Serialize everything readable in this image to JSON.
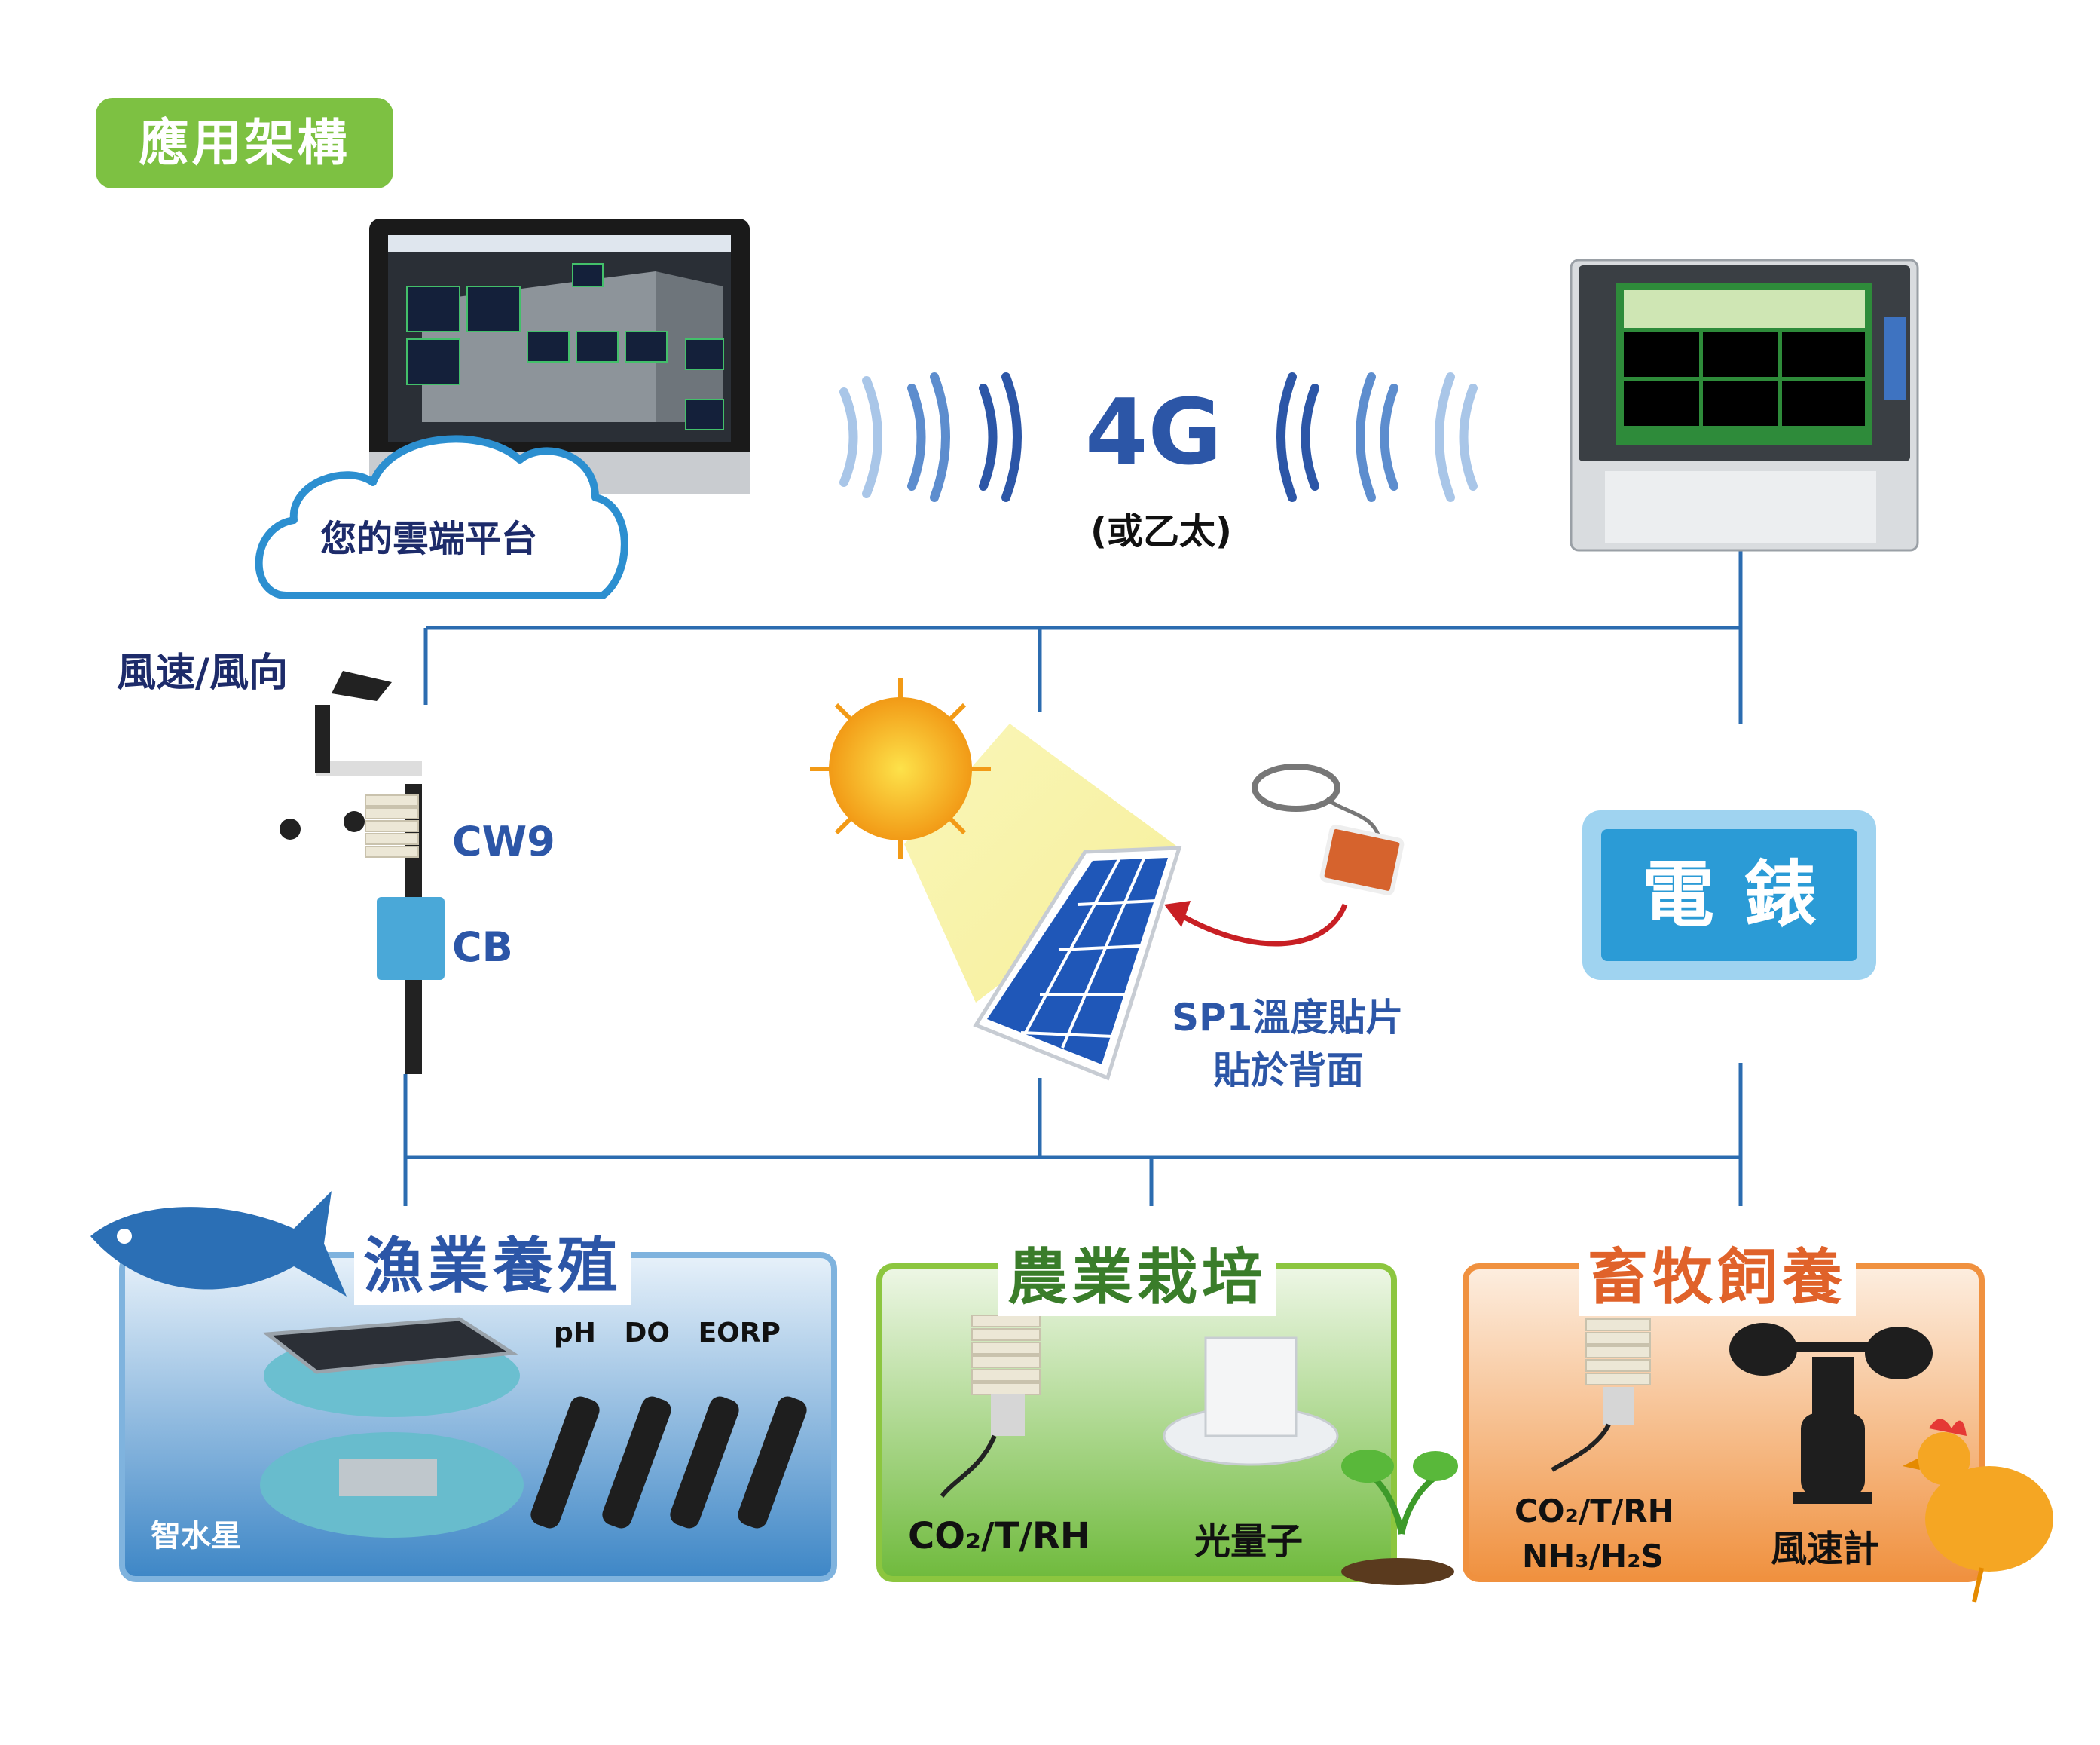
{
  "header": {
    "title": "應用架構"
  },
  "cloud": {
    "label": "您的雲端平台"
  },
  "link": {
    "main": "4G",
    "sub": "(或乙太)"
  },
  "weather_station": {
    "title": "風速/風向",
    "sensor_label": "CW9",
    "box_label": "CB"
  },
  "solar": {
    "patch_label_line1": "SP1溫度貼片",
    "patch_label_line2": "貼於背面"
  },
  "meter": {
    "label": "電錶"
  },
  "categories": [
    {
      "title": "漁業養殖",
      "color": "#2c56a7",
      "probe_labels": "pH   DO   EORP",
      "device_label": "智水星"
    },
    {
      "title": "農業栽培",
      "color": "#3a7d2a",
      "sensor1": "CO₂/T/RH",
      "sensor2": "光量子"
    },
    {
      "title": "畜牧飼養",
      "color": "#e0622a",
      "sensor1_line1": "CO₂/T/RH",
      "sensor1_line2": "NH₃/H₂S",
      "sensor2": "風速計"
    }
  ],
  "colors": {
    "line": "#2c6cb0",
    "accent_green": "#7dc142",
    "meter_blue": "#2b9bd6",
    "signal": "#2c56a7"
  }
}
